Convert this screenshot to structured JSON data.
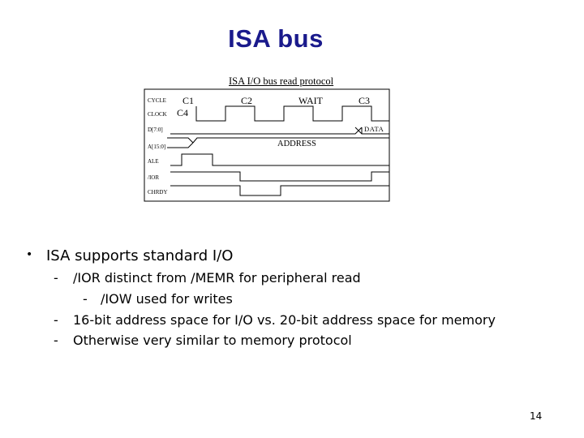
{
  "slide": {
    "title": "ISA bus",
    "page_number": "14"
  },
  "diagram": {
    "caption": "ISA I/O bus read protocol",
    "signals": [
      "CYCLE",
      "CLOCK",
      "D[7:0]",
      "A[15:0]",
      "ALE",
      "/IOR",
      "CHRDY"
    ],
    "cycles": [
      "C1",
      "C2",
      "WAIT",
      "C3",
      "C4"
    ],
    "address_label": "ADDRESS",
    "data_label": "DATA"
  },
  "bullets": {
    "main": "ISA supports standard I/O",
    "sub1": "/IOR distinct from /MEMR for peripheral read",
    "sub1a": "/IOW used for writes",
    "sub2": "16-bit address space for I/O vs. 20-bit address space for memory",
    "sub3": "Otherwise very similar to memory protocol"
  }
}
